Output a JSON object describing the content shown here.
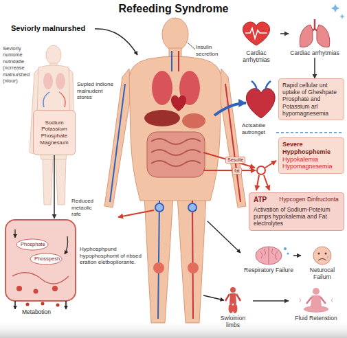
{
  "diagram": {
    "title": "Refeeding Syndrome",
    "nodes": [
      {
        "text": [
          "Sodium Potassium Phosphate Magnesium"
        ]
      },
      {
        "text": [
          "Phosphate",
          "Phosspesh",
          "Metabotion"
        ]
      },
      {
        "text": [
          "Cardiac arrhytmias"
        ]
      },
      {
        "text": [
          "Cardiac arrhytmias"
        ]
      },
      {
        "text": [
          "Rapid cellular unt uptake of Gheshpate Prosphate and Potassium arl hypomagnesemia"
        ]
      },
      {
        "text": [
          "Severe Hypphosphemie",
          "Hypokalemia",
          "Hypomagnesemia"
        ]
      },
      {
        "text": [
          "ATP",
          "Hypcogen Dinfructonta",
          "Activation of Sodium-Poteium pumps hypokalemia and Fat electrolytes"
        ]
      },
      {
        "text": [
          "Respiratory Failure"
        ]
      },
      {
        "text": [
          "Neturocal Failurn"
        ]
      },
      {
        "text": [
          "Swloinion limbs"
        ]
      },
      {
        "text": [
          "Fluid Retenstion"
        ]
      }
    ],
    "edges": [
      {
        "from": 0,
        "to": 1,
        "arrow": "to"
      },
      {
        "from": 2,
        "to": 3,
        "arrow": "to"
      },
      {
        "from": 3,
        "to": 4,
        "arrow": "to"
      },
      {
        "from": 7,
        "to": 8,
        "arrow": "to"
      },
      {
        "from": 9,
        "to": 10,
        "arrow": "to"
      }
    ],
    "labels": [
      "Seviorly malnurshed",
      "Seviorly nuniome nutridatte (ncrrease malnurshed (niour)",
      "Supled indione malnudent stores",
      "Insulin secretion",
      "Actsabilie autronget",
      "Sesulte",
      "fat",
      "Reduced metaolic rafe",
      "Hyphosphpund hypophosphomt of nbsed eration eletbopliorante."
    ]
  }
}
